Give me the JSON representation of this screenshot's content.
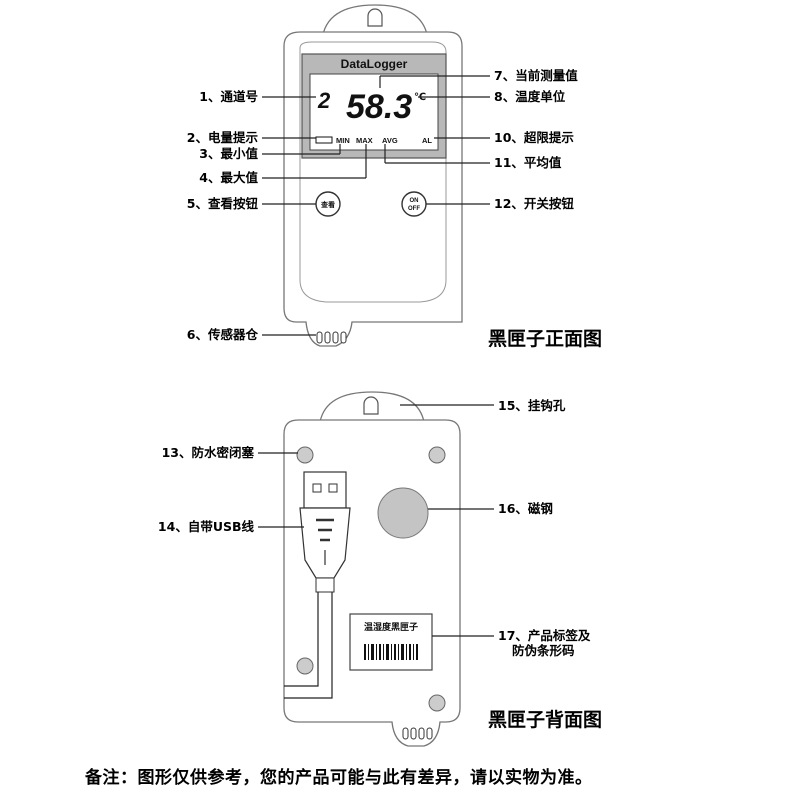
{
  "front": {
    "title": "黑匣子正面图",
    "brand": "DataLogger",
    "lcd": {
      "channel": "2",
      "value": "58.3",
      "unit": "℃",
      "min": "MIN",
      "max": "MAX",
      "avg": "AVG",
      "al": "AL"
    },
    "btn_left": "查看",
    "btn_right_top": "ON",
    "btn_right_bottom": "OFF",
    "labels": {
      "l1": "1、通道号",
      "l2": "2、电量提示",
      "l3": "3、最小值",
      "l4": "4、最大值",
      "l5": "5、查看按钮",
      "l6": "6、传感器仓",
      "l7": "7、当前测量值",
      "l8": "8、温度单位",
      "l10": "10、超限提示",
      "l11": "11、平均值",
      "l12": "12、开关按钮"
    }
  },
  "back": {
    "title": "黑匣子背面图",
    "sticker_text": "温湿度黑匣子",
    "labels": {
      "l13": "13、防水密闭塞",
      "l14": "14、自带USB线",
      "l15": "15、挂钩孔",
      "l16": "16、磁钢",
      "l17a": "17、产品标签及",
      "l17b": "防伪条形码"
    }
  },
  "note": "备注：图形仅供参考，您的产品可能与此有差异，请以实物为准。"
}
